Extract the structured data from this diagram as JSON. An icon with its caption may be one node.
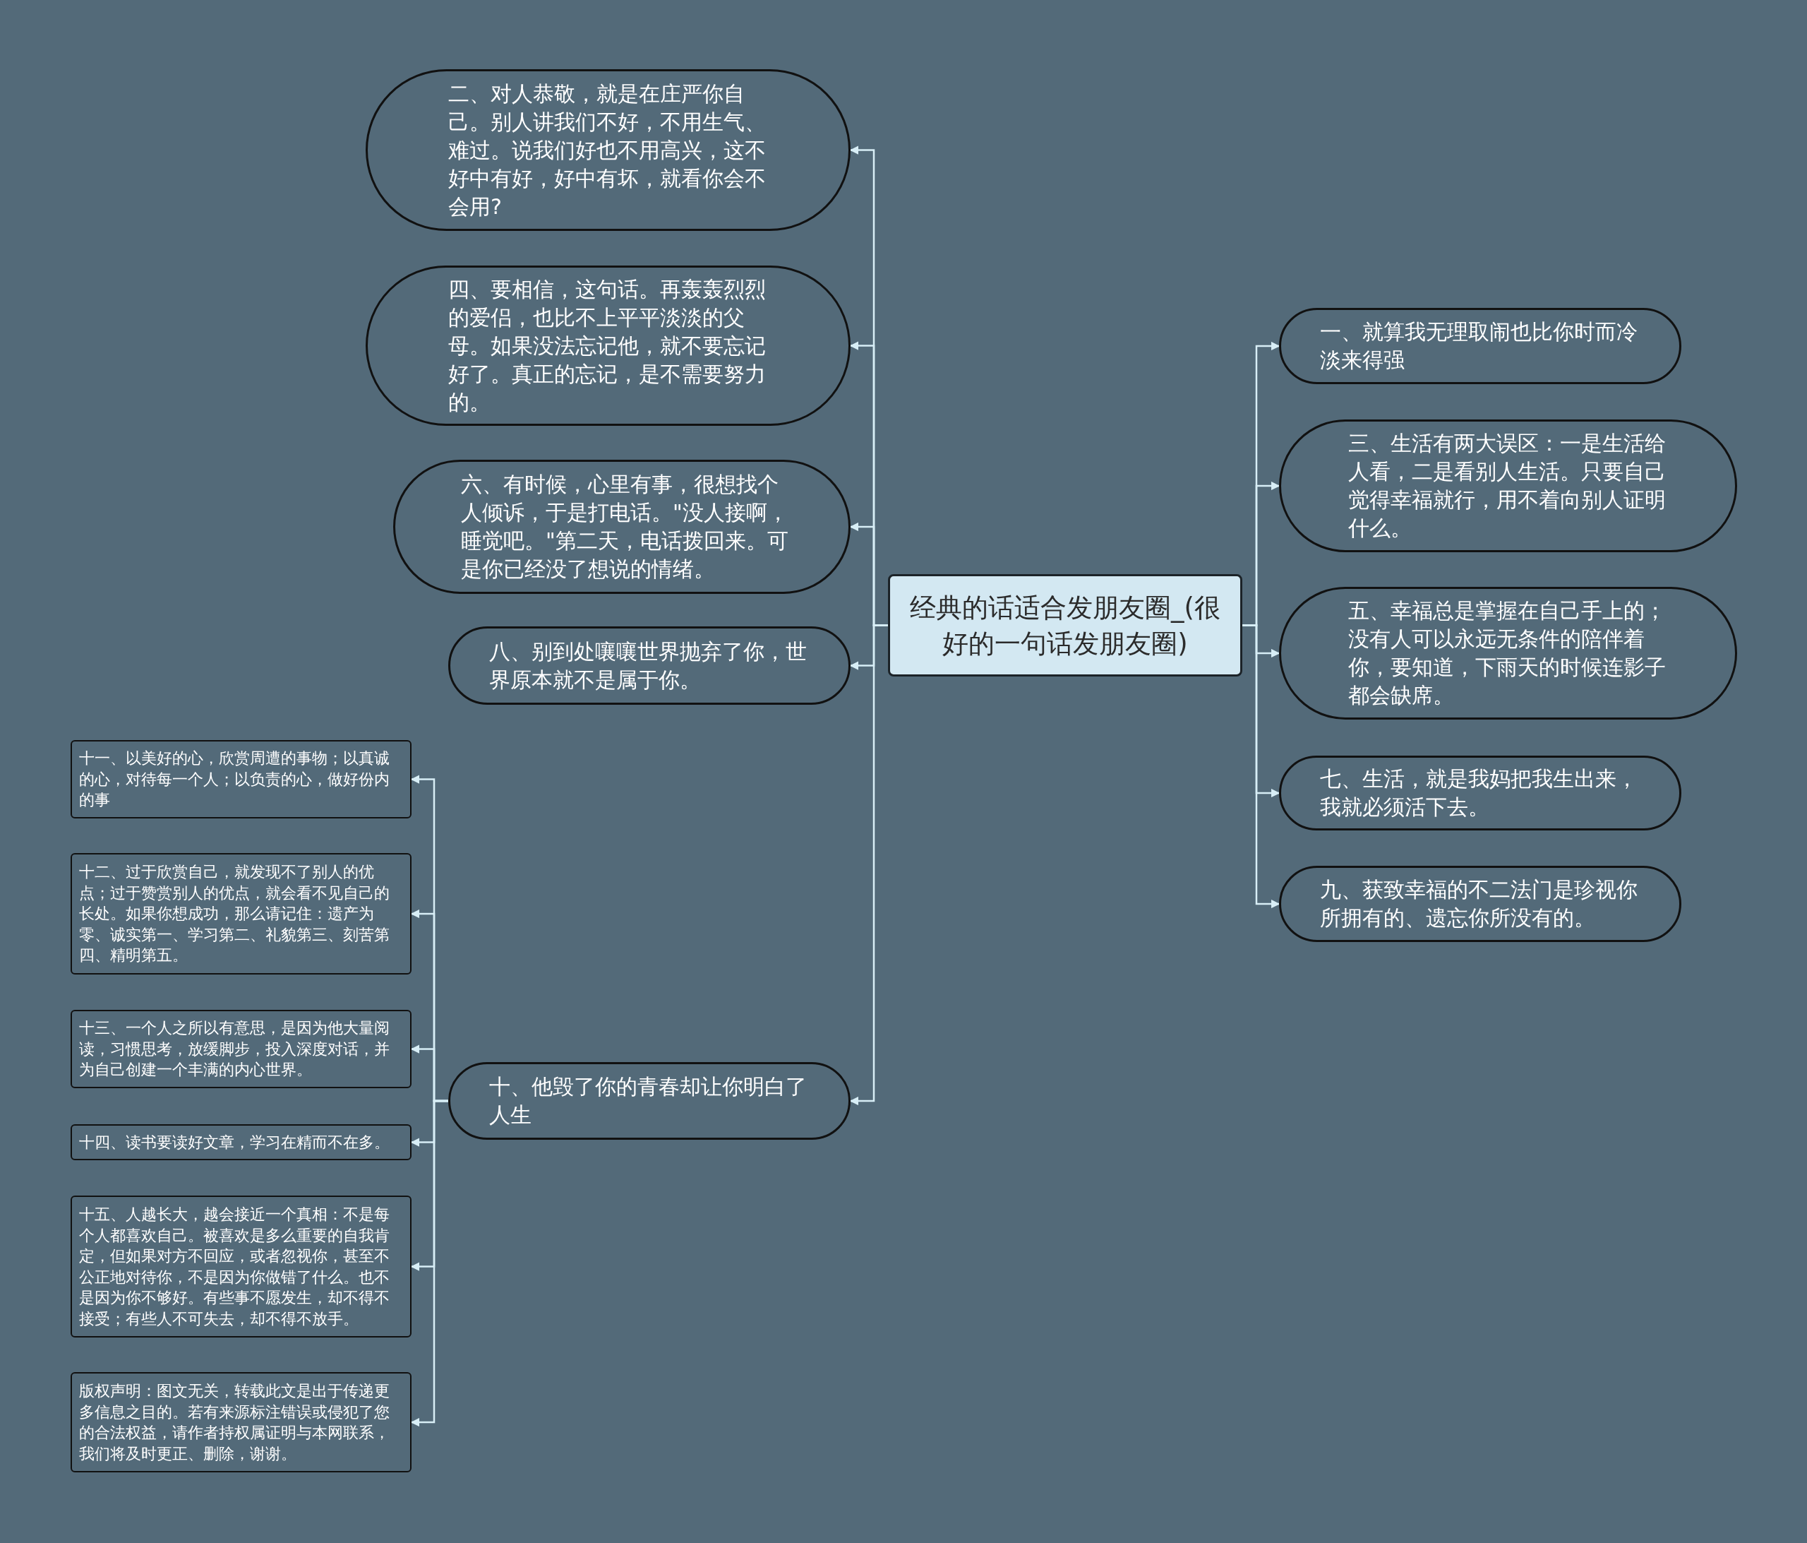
{
  "diagram": {
    "nodes": [
      {
        "text": [
          "经典的话适合发朋友圈_(很好的一句话发朋友圈)"
        ]
      },
      {
        "text": [
          "二、对人恭敬，就是在庄严你自己。别人讲我们不好，不用生气、难过。说我们好也不用高兴，这不好中有好，好中有坏，就看你会不会用?"
        ]
      },
      {
        "text": [
          "四、要相信，这句话。再轰轰烈烈的爱侣，也比不上平平淡淡的父母。如果没法忘记他，就不要忘记好了。真正的忘记，是不需要努力的。"
        ]
      },
      {
        "text": [
          "六、有时候，心里有事，很想找个人倾诉，于是打电话。\"没人接啊，睡觉吧。\"第二天，电话拨回来。可是你已经没了想说的情绪。"
        ]
      },
      {
        "text": [
          "八、别到处嚷嚷世界抛弃了你，世界原本就不是属于你。"
        ]
      },
      {
        "text": [
          "十、他毁了你的青春却让你明白了人生"
        ]
      },
      {
        "text": [
          "一、就算我无理取闹也比你时而冷淡来得强"
        ]
      },
      {
        "text": [
          "三、生活有两大误区：一是生活给人看，二是看别人生活。只要自己觉得幸福就行，用不着向别人证明什么。"
        ]
      },
      {
        "text": [
          "五、幸福总是掌握在自己手上的；没有人可以永远无条件的陪伴着你，要知道，下雨天的时候连影子都会缺席。"
        ]
      },
      {
        "text": [
          "七、生活，就是我妈把我生出来，我就必须活下去。"
        ]
      },
      {
        "text": [
          "九、获致幸福的不二法门是珍视你所拥有的、遗忘你所没有的。"
        ]
      },
      {
        "text": [
          "十一、以美好的心，欣赏周遭的事物；以真诚的心，对待每一个人；以负责的心，做好份内的事"
        ]
      },
      {
        "text": [
          "十二、过于欣赏自己，就发现不了别人的优点；过于赞赏别人的优点，就会看不见自己的长处。如果你想成功，那么请记住：遗产为零、诚实第一、学习第二、礼貌第三、刻苦第四、精明第五。"
        ]
      },
      {
        "text": [
          "十三、一个人之所以有意思，是因为他大量阅读，习惯思考，放缓脚步，投入深度对话，并为自己创建一个丰满的内心世界。"
        ]
      },
      {
        "text": [
          "十四、读书要读好文章，学习在精而不在多。"
        ]
      },
      {
        "text": [
          "十五、人越长大，越会接近一个真相：不是每个人都喜欢自己。被喜欢是多么重要的自我肯定，但如果对方不回应，或者忽视你，甚至不公正地对待你，不是因为你做错了什么。也不是因为你不够好。有些事不愿发生，却不得不接受；有些人不可失去，却不得不放手。"
        ]
      },
      {
        "text": [
          "版权声明：图文无关，转载此文是出于传递更多信息之目的。若有来源标注错误或侵犯了您的合法权益，请作者持权属证明与本网联系，我们将及时更正、删除，谢谢。"
        ]
      }
    ],
    "edges": [
      {
        "from": 0,
        "to": 1,
        "arrow": "to"
      },
      {
        "from": 0,
        "to": 2,
        "arrow": "to"
      },
      {
        "from": 0,
        "to": 3,
        "arrow": "to"
      },
      {
        "from": 0,
        "to": 4,
        "arrow": "to"
      },
      {
        "from": 0,
        "to": 5,
        "arrow": "to"
      },
      {
        "from": 0,
        "to": 6,
        "arrow": "to"
      },
      {
        "from": 0,
        "to": 7,
        "arrow": "to"
      },
      {
        "from": 0,
        "to": 8,
        "arrow": "to"
      },
      {
        "from": 0,
        "to": 9,
        "arrow": "to"
      },
      {
        "from": 0,
        "to": 10,
        "arrow": "to"
      },
      {
        "from": 5,
        "to": 11,
        "arrow": "to"
      },
      {
        "from": 5,
        "to": 12,
        "arrow": "to"
      },
      {
        "from": 5,
        "to": 13,
        "arrow": "to"
      },
      {
        "from": 5,
        "to": 14,
        "arrow": "to"
      },
      {
        "from": 5,
        "to": 15,
        "arrow": "to"
      },
      {
        "from": 5,
        "to": 16,
        "arrow": "to"
      }
    ]
  }
}
